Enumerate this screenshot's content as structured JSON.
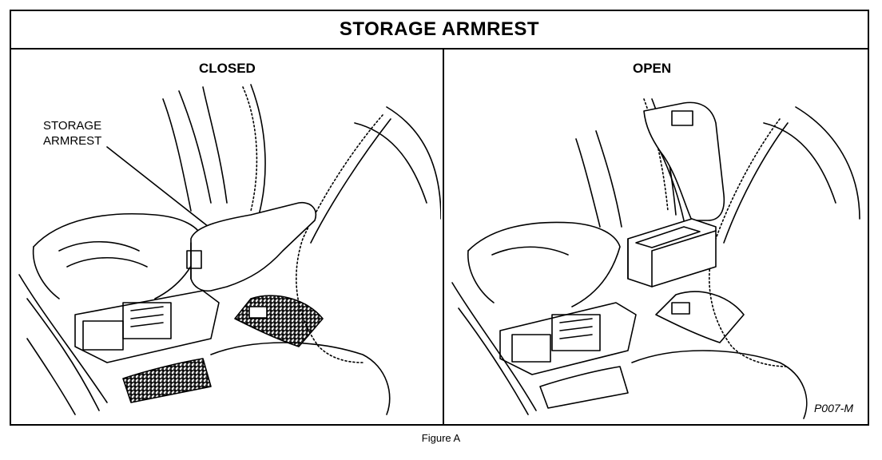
{
  "title": "STORAGE ARMREST",
  "panels": {
    "closed": "CLOSED",
    "open": "OPEN"
  },
  "callout": {
    "line1": "STORAGE",
    "line2": "ARMREST"
  },
  "part_code": "P007-M",
  "caption": "Figure A"
}
